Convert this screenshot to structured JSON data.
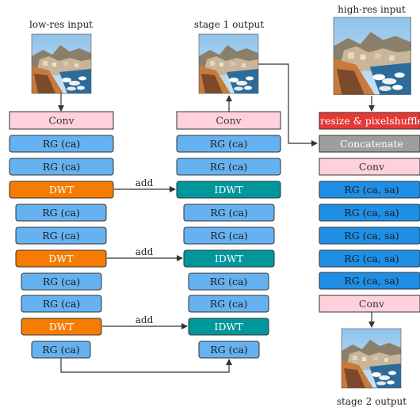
{
  "images": {
    "low_res": "low-res input",
    "stage1": "stage 1 output",
    "high_res": "high-res input",
    "stage2": "stage 2 output"
  },
  "labels": {
    "conv": "Conv",
    "rg": "RG (ca)",
    "rg_sa": "RG (ca, sa)",
    "dwt": "DWT",
    "idwt": "IDWT",
    "resize": "resize & pixelshuffle",
    "concat": "Concatenate",
    "add": "add"
  },
  "colors": {
    "conv": "#ffd1dc",
    "rg": "#66b2f0",
    "rg_sa": "#1f8fe6",
    "dwt": "#f57c00",
    "idwt": "#00979c",
    "resize": "#e53935",
    "concat": "#9e9e9e",
    "stroke": "#333333"
  }
}
